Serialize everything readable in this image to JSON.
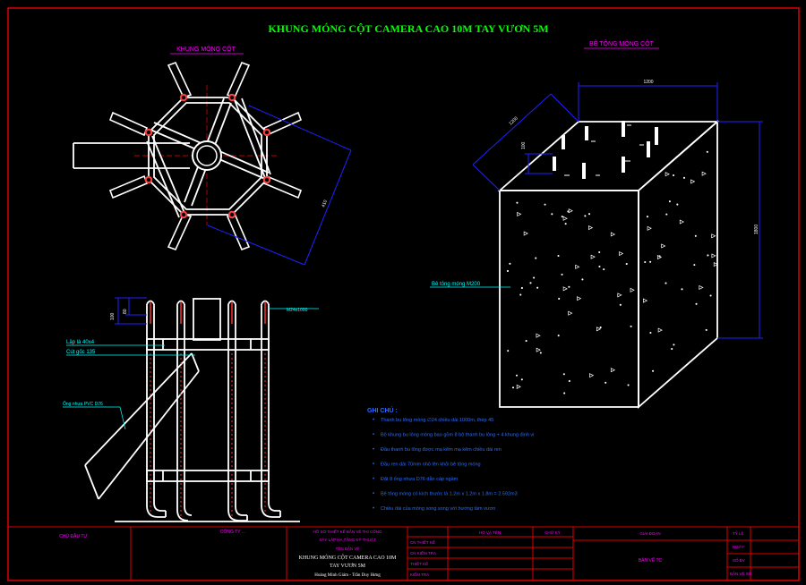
{
  "title": "KHUNG MÓNG CỘT CAMERA CAO 10M TAY VƯƠN 5M",
  "plan_view": {
    "label": "KHUNG MÓNG CỘT",
    "dim_diag": "410"
  },
  "elevation_view": {
    "dim_top": "100",
    "dim_top2": "80",
    "callout_ram": "M24x1000",
    "callout_lap": "Lập là 40x4",
    "callout_cut": "Cút gốc 135",
    "callout_pvc": "Ống nhựa PVC D76"
  },
  "concrete_view": {
    "label": "BÊ TÔNG MÓNG CỘT",
    "dim_width": "1200",
    "dim_depth": "1200",
    "dim_height": "1800",
    "dim_small": "100",
    "callout": "Bê tông móng M200"
  },
  "notes": {
    "heading": "GHI CHÚ :",
    "items": [
      "Thanh bu lông móng ∅24 chiều dài 1000m, thép 45",
      "Bộ khung bu lông móng bao gồm 8 bộ thanh bu lông + 4 khung định vị",
      "Đầu thanh bu lông được mạ kẽm mạ kẽm chiều dài ren",
      "Đầu ren dài 70mm nhô lên khỏi bê tông móng",
      "Đặt 8 ống nhựa D76 dẫn cáp ngầm",
      "Bê tông móng có kích thước là 1.2m x 1.2m x 1.8m = 2.592m3",
      "Chiều dài của móng song song với hướng tầm vươn"
    ]
  },
  "title_block": {
    "owner_label": "CHỦ ĐẦU TƯ",
    "company_label": "CÔNG TY ...",
    "project_line1": "HỒ SƠ THIẾT KẾ BẢN VẼ THI CÔNG",
    "project_line2": "XÂY LẮP HẠ TẦNG KỸ THUẬT",
    "project_line3": "TÊN BẢN VẼ",
    "drawing_name_1": "KHUNG MÓNG CỘT CAMERA CAO 10M",
    "drawing_name_2": "TAY VƯƠN 5M",
    "designers": "Hoàng Minh Giám - Trần Duy Hưng",
    "col_name": "HỌ VÀ TÊN",
    "col_sign": "CHỮ KÝ",
    "row_1": "CN THIẾT KẾ",
    "row_2": "CN KIỂM TRA",
    "row_3": "THIẾT KẾ",
    "row_4": "KIỂM TRA",
    "stage_label": "GIAI ĐOẠN",
    "stage_value": "BẢN VẼ TC",
    "right_1": "TỶ LỆ",
    "right_2": "NGÀY",
    "right_3": "SỐ BV",
    "right_4": "BẢN VẼ SỐ"
  },
  "colors": {
    "background": "#000000",
    "frame": "#ff0000",
    "geometry": "#ffffff",
    "dimension": "#0000ff",
    "annotation": "#00ffff",
    "title": "#00ff00",
    "label": "#ff00ff",
    "joint": "#ff0000"
  }
}
